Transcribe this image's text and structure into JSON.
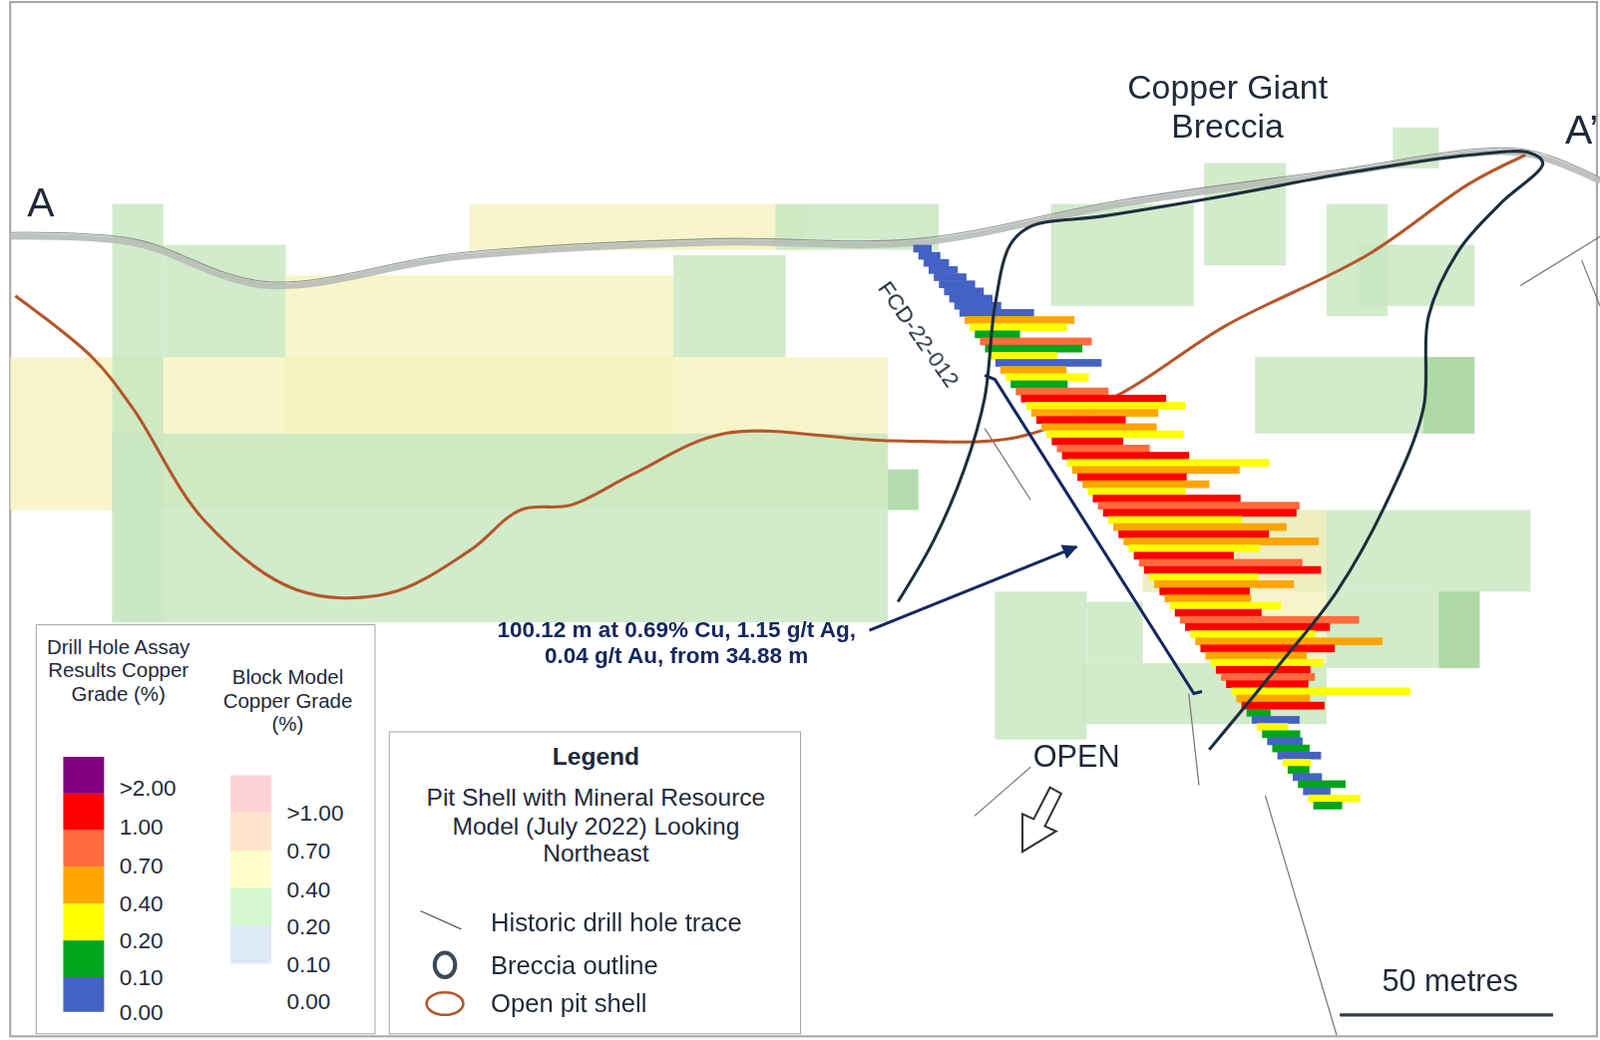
{
  "diagram": {
    "nodes": [
      {
        "text": [
          "Drill Hole Assay Results Copper Grade (%)",
          "Block Model Copper Grade (%)"
        ]
      },
      {
        "text": [
          "Legend",
          "Pit Shell with Mineral Resource Model (July 2022) Looking Northeast"
        ]
      }
    ],
    "labels": [
      "A",
      "A’",
      "Copper Giant Breccia",
      "FCD-22-012",
      "100.12 m at 0.69% Cu, 1.15 g/t Ag, 0.04 g/t Au, from 34.88 m",
      "OPEN",
      "50 metres"
    ],
    "legend": [
      {
        "text": ">2.00",
        "color": "#800080"
      },
      {
        "text": "1.00",
        "color": "#ff0000"
      },
      {
        "text": "0.70",
        "color": "#ff6b3d"
      },
      {
        "text": "0.40",
        "color": "#ffa500"
      },
      {
        "text": "0.20",
        "color": "#ffff00"
      },
      {
        "text": "0.10",
        "color": "#00a51c"
      },
      {
        "text": "0.00",
        "color": "#4462c4"
      },
      {
        "text": ">1.00",
        "color": "#ffd3d6"
      },
      {
        "text": "0.70",
        "color": "#ffe3cc"
      },
      {
        "text": "0.40",
        "color": "#ffffcc"
      },
      {
        "text": "0.20",
        "color": "#d4f7d0"
      },
      {
        "text": "0.10",
        "color": "#dde8f7"
      },
      {
        "text": "0.00",
        "color": "#ffffff"
      },
      {
        "text": "Historic drill hole trace"
      },
      {
        "text": "Breccia outline"
      },
      {
        "text": "Open pit shell"
      }
    ]
  }
}
